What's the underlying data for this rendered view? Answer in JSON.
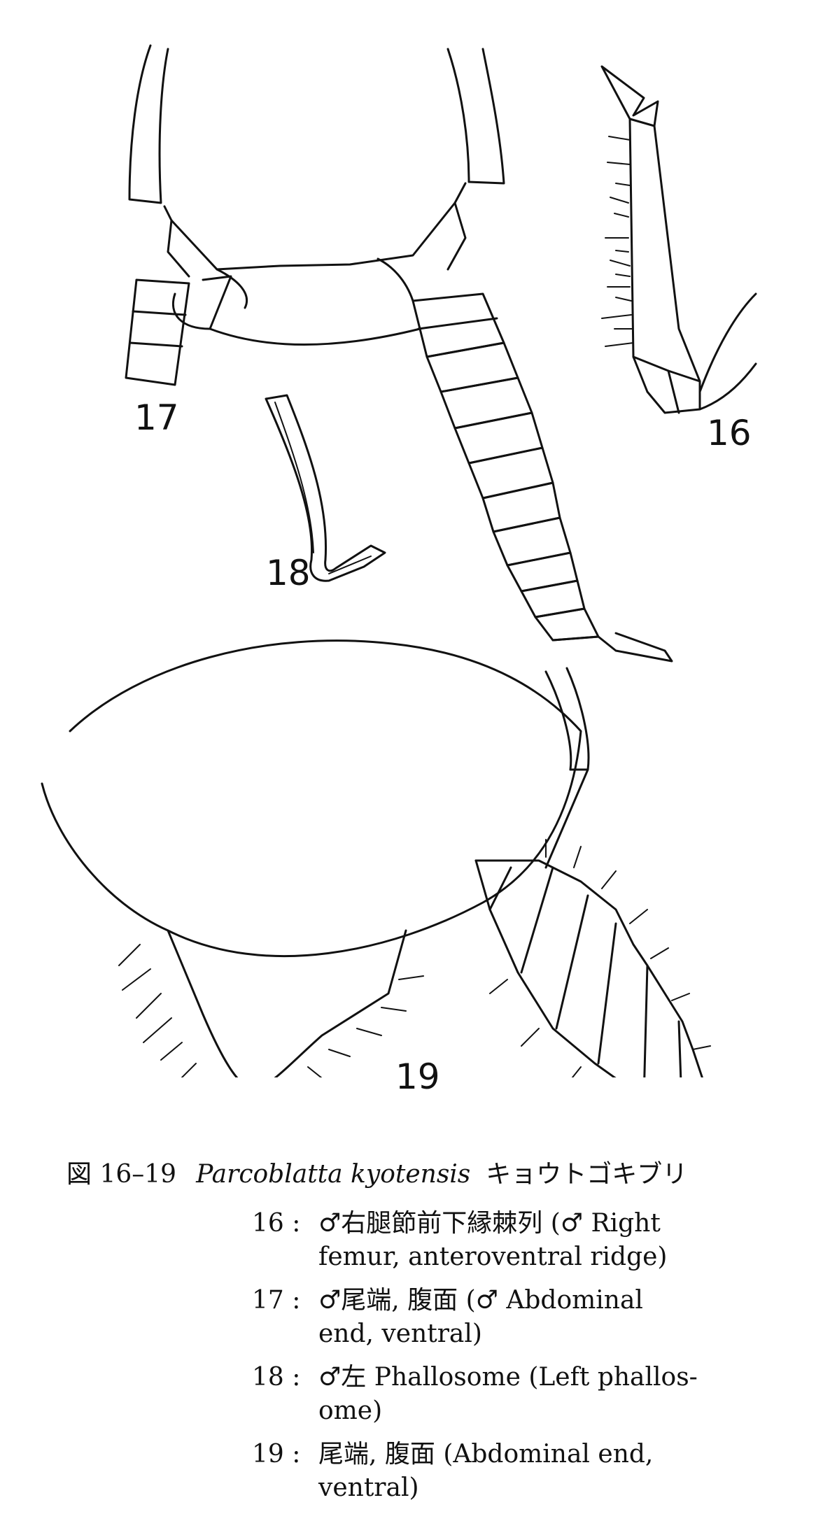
{
  "figure": {
    "label": "図 16–19",
    "species": "Parcoblatta kyotensis",
    "japanese_name": "キョウトゴキブリ"
  },
  "panels": [
    {
      "number": "16",
      "caption_line1": "♂右腿節前下縁棘列 (♂ Right",
      "caption_line2": "femur, anteroventral ridge)"
    },
    {
      "number": "17",
      "caption_line1": "♂尾端, 腹面 (♂ Abdominal",
      "caption_line2": "end, ventral)"
    },
    {
      "number": "18",
      "caption_line1": "♂左 Phallosome (Left phallos-",
      "caption_line2": "ome)"
    },
    {
      "number": "19",
      "caption_line1": "尾端, 腹面 (Abdominal end,",
      "caption_line2": "ventral)"
    }
  ]
}
